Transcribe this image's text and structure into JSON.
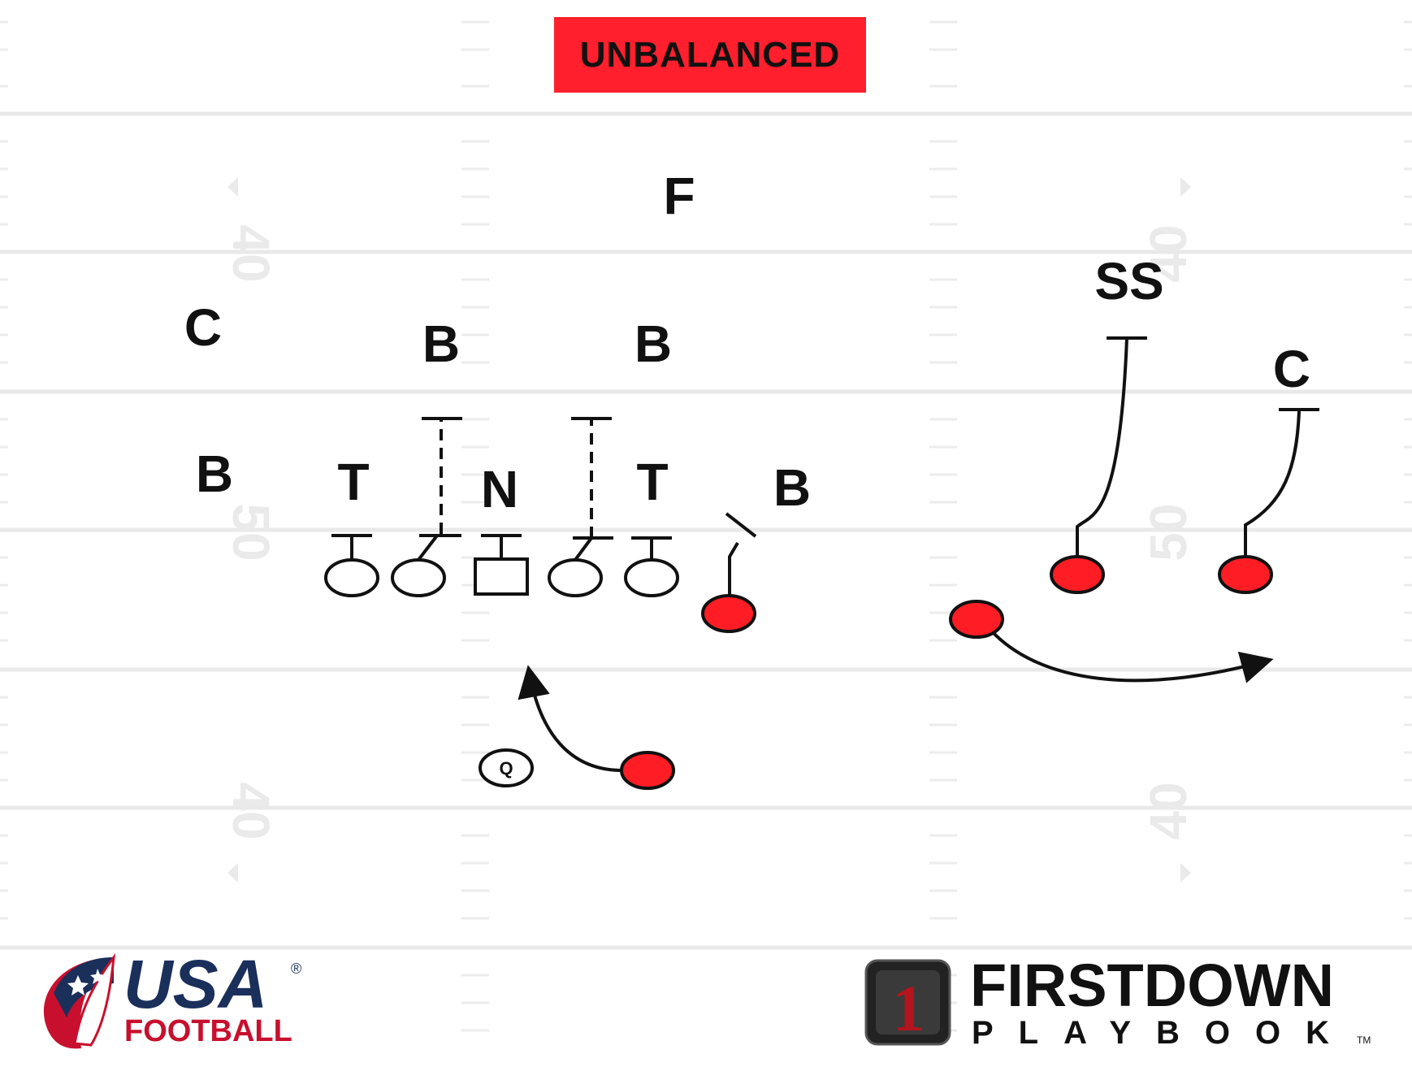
{
  "play_title": "UNBALANCED",
  "yard_numbers": [
    "40",
    "50",
    "40"
  ],
  "defense_labels": {
    "free_safety": "F",
    "strong_safety": "SS",
    "corner_left": "C",
    "corner_right": "C",
    "linebacker_left": "B",
    "linebacker_right": "B",
    "outside_backer_left": "B",
    "outside_backer_right": "B",
    "tackle_left": "T",
    "nose": "N",
    "tackle_right": "T"
  },
  "offense_labels": {
    "quarterback": "Q"
  },
  "logos": {
    "usa_word": "USA",
    "usa_sub": "FOOTBALL",
    "usa_mark": "®",
    "firstdown_word": "FIRSTDOWN",
    "firstdown_sub": "PLAYBOOK",
    "firstdown_mark": "TM",
    "firstdown_badge": "1"
  },
  "colors": {
    "title_bg": "#ff1f2d",
    "player_red": "#ff1d25",
    "usa_blue": "#1b2f5b",
    "usa_red": "#c8102e",
    "ink": "#111111",
    "field_line": "#e9e9e9"
  }
}
